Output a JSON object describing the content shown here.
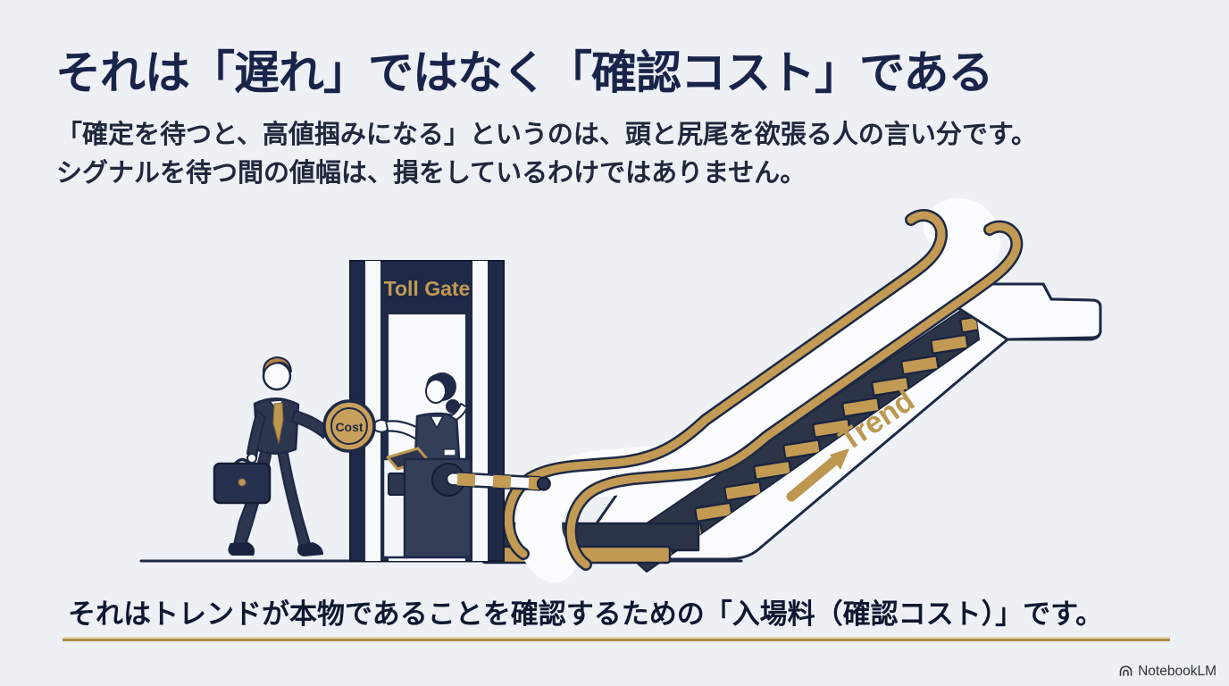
{
  "slide": {
    "title": "それは「遅れ」ではなく「確認コスト」である",
    "subtitle_line1": "「確定を待つと、高値掴みになる」というのは、頭と尻尾を欲張る人の言い分です。",
    "subtitle_line2": "シグナルを待つ間の値幅は、損をしているわけではありません。",
    "conclusion": "それはトレンドが本物であることを確認するための「入場料（確認コスト）」です。"
  },
  "illustration": {
    "toll_gate_sign": "Toll Gate",
    "coin_label": "Cost",
    "trend_label": "Trend"
  },
  "footer": {
    "brand": "NotebookLM"
  },
  "colors": {
    "background": "#edf0f5",
    "ink_navy": "#19244a",
    "illustration_navy": "#1d2945",
    "gold": "#c29a54",
    "underline_gold": "#b08c48"
  }
}
